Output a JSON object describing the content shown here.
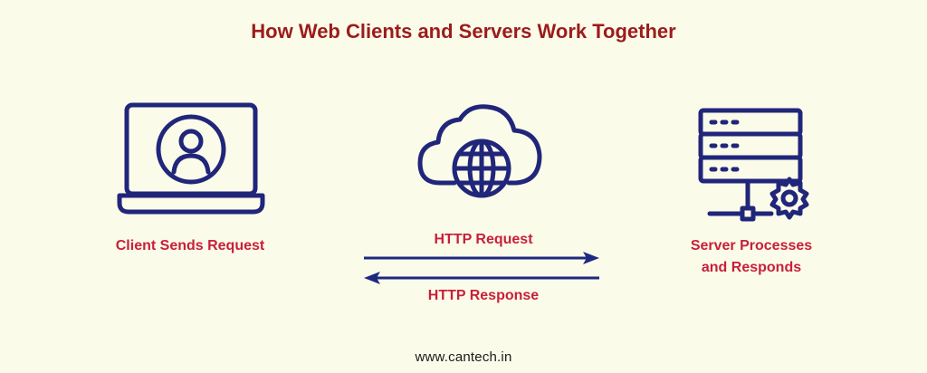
{
  "title": "How Web Clients and Servers Work Together",
  "client": {
    "icon": "laptop-user-icon",
    "caption": "Client Sends Request"
  },
  "cloud": {
    "icon": "cloud-globe-icon"
  },
  "server": {
    "icon": "server-gear-icon",
    "caption_line1": "Server Processes",
    "caption_line2": "and Responds"
  },
  "arrows": {
    "request_label": "HTTP Request",
    "response_label": "HTTP Response"
  },
  "footer": "www.cantech.in",
  "colors": {
    "title": "#9b1c1c",
    "caption": "#c8203a",
    "icon": "#20267a",
    "background": "#fbfbe9"
  }
}
